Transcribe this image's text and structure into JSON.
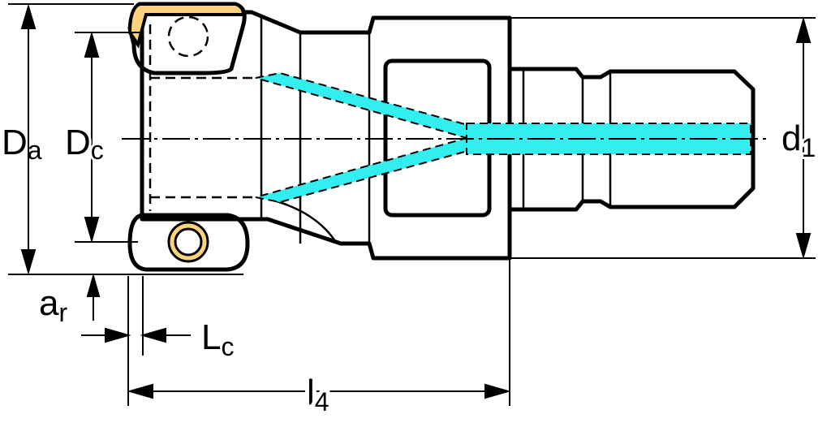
{
  "labels": {
    "Da": {
      "base": "D",
      "sub": "a"
    },
    "Dc": {
      "base": "D",
      "sub": "c"
    },
    "d1": {
      "base": "d",
      "sub": "1"
    },
    "ar": {
      "base": "a",
      "sub": "r"
    },
    "Lc": {
      "base": "L",
      "sub": "c"
    },
    "l4": {
      "base": "l",
      "sub": "4"
    }
  },
  "colors": {
    "body": "#cccccc",
    "insert": "#fcd27c",
    "coolant": "#33eeee",
    "line": "#000000"
  }
}
